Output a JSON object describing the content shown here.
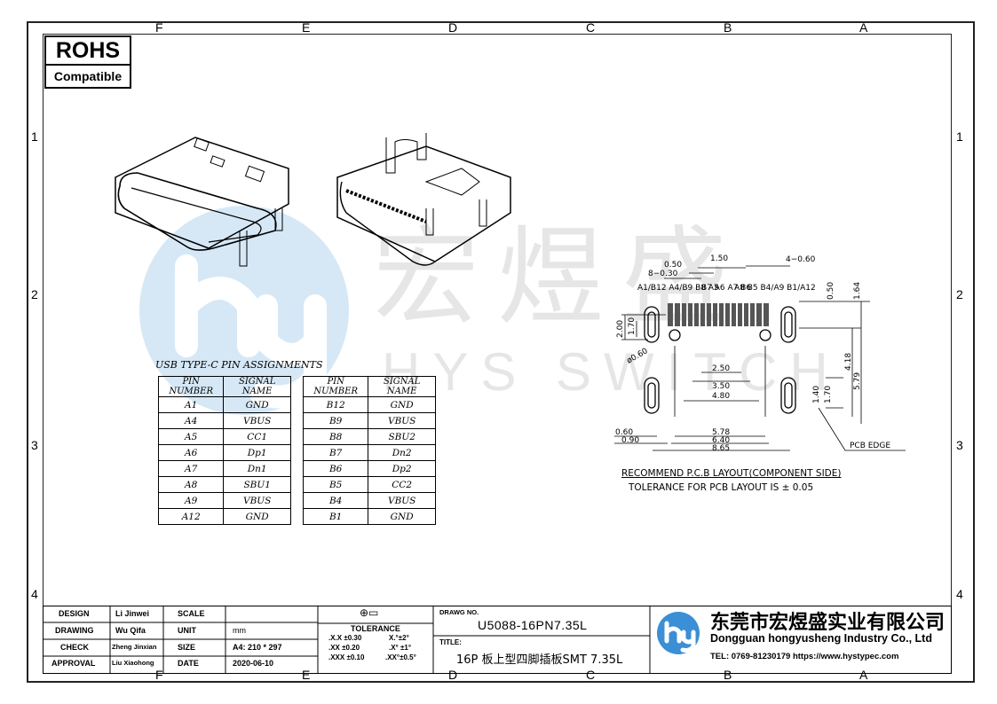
{
  "zones": {
    "top": [
      "F",
      "E",
      "D",
      "C",
      "B",
      "A"
    ],
    "side": [
      "1",
      "2",
      "3",
      "4"
    ]
  },
  "rohs": {
    "line1": "ROHS",
    "line2": "Compatible"
  },
  "watermark": {
    "cn": "宏煜盛",
    "en": "HYS SWITCH"
  },
  "pin_table": {
    "title": "USB TYPE-C PIN ASSIGNMENTS",
    "headers": [
      "PIN NUMBER",
      "SIGNAL NAME"
    ],
    "left": [
      [
        "A1",
        "GND"
      ],
      [
        "A4",
        "VBUS"
      ],
      [
        "A5",
        "CC1"
      ],
      [
        "A6",
        "Dp1"
      ],
      [
        "A7",
        "Dn1"
      ],
      [
        "A8",
        "SBU1"
      ],
      [
        "A9",
        "VBUS"
      ],
      [
        "A12",
        "GND"
      ]
    ],
    "right": [
      [
        "B12",
        "GND"
      ],
      [
        "B9",
        "VBUS"
      ],
      [
        "B8",
        "SBU2"
      ],
      [
        "B7",
        "Dn2"
      ],
      [
        "B6",
        "Dp2"
      ],
      [
        "B5",
        "CC2"
      ],
      [
        "B4",
        "VBUS"
      ],
      [
        "B1",
        "GND"
      ]
    ]
  },
  "layout": {
    "pin_labels_left": "A1/B12 A4/B9 B8 A5",
    "pin_labels_mid": "B7 A6 A7 B6",
    "pin_labels_right": "A8 B5 B4/A9 B1/A12",
    "dims": {
      "d150": "1.50",
      "d050": "0.50",
      "d8x030": "8−0.30",
      "d4x060": "4−0.60",
      "d050v": "0.50",
      "d164": "1.64",
      "d200": "2.00",
      "d170": "1.70",
      "d060dia": "ø0.60",
      "d250": "2.50",
      "d350": "3.50",
      "d480": "4.80",
      "d418": "4.18",
      "d579": "5.79",
      "d140": "1.40",
      "d170b": "1.70",
      "d060": "0.60",
      "d090": "0.90",
      "d578": "5.78",
      "d640": "6.40",
      "d865": "8.65"
    },
    "pcb_edge": "PCB EDGE",
    "recommend": "RECOMMEND P.C.B LAYOUT(COMPONENT SIDE)",
    "tolerance_note": "TOLERANCE FOR PCB LAYOUT IS ± 0.05"
  },
  "title_block": {
    "rows": [
      {
        "label": "DESIGN",
        "name": "Li Jinwei",
        "key": "SCALE",
        "value": ""
      },
      {
        "label": "DRAWING",
        "name": "Wu Qifa",
        "key": "UNIT",
        "value": "mm"
      },
      {
        "label": "CHECK",
        "name": "Zheng Jinxian",
        "key": "SIZE",
        "value": "A4: 210 * 297"
      },
      {
        "label": "APPROVAL",
        "name": "Liu Xiaohong",
        "key": "DATE",
        "value": "2020-06-10"
      }
    ],
    "tolerance": {
      "title": "TOLERANCE",
      "r1a": ".X.X  ±0.30",
      "r1b": "X.°±2°",
      "r2a": ".XX  ±0.20",
      "r2b": ".X° ±1°",
      "r3a": ".XXX ±0.10",
      "r3b": ".XX°±0.5°"
    },
    "drawing_no_label": "DRAWG NO.",
    "drawing_no": "U5088-16PN7.35L",
    "title_label": "TITLE:",
    "title": "16P 板上型四脚插板SMT 7.35L",
    "company_cn": "东莞市宏煜盛实业有限公司",
    "company_en": "Dongguan hongyusheng Industry Co., Ltd",
    "contact": "TEL: 0769-81230179  https://www.hystypec.com"
  },
  "colors": {
    "logo_blue": "#3a8fd6",
    "watermark_blue": "#d6e8f6",
    "watermark_gray": "#e6e6e6"
  }
}
